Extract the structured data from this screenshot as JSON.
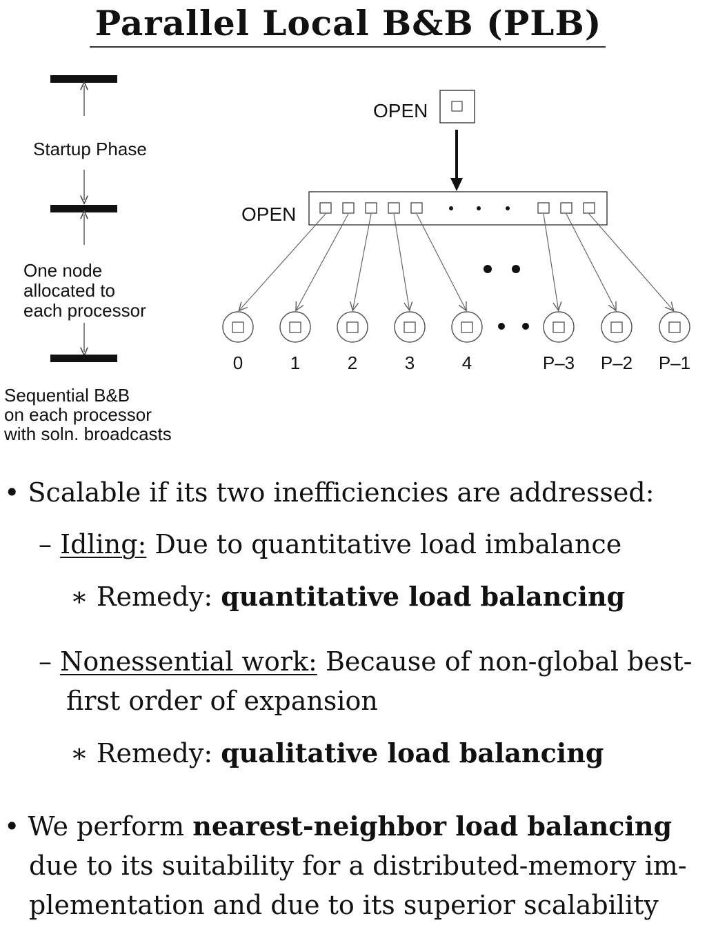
{
  "title": "Parallel Local B&B (PLB)",
  "left_labels": {
    "startup": "Startup Phase",
    "one_node": [
      "One node",
      "allocated to",
      "each processor"
    ],
    "sequential": [
      "Sequential B&B",
      "on each processor",
      "with soln. broadcasts"
    ]
  },
  "diagram": {
    "open_top": "OPEN",
    "open_list": "OPEN",
    "processors": [
      "0",
      "1",
      "2",
      "3",
      "4",
      "P–3",
      "P–2",
      "P–1"
    ]
  },
  "bullets": {
    "b1": "Scalable if its two inefficiencies are addressed:",
    "b1_sub1_term": "Idling:",
    "b1_sub1_text": " Due to quantitative load imbalance",
    "b1_sub1_remedy_label": "Remedy: ",
    "b1_sub1_remedy": "quantitative load balancing",
    "b1_sub2_term": "Nonessential work:",
    "b1_sub2_text": " Because of non-global best-",
    "b1_sub2_text2": "first order of expansion",
    "b1_sub2_remedy_label": "Remedy: ",
    "b1_sub2_remedy": "qualitative load balancing",
    "b2_pre": "We perform ",
    "b2_bold": "nearest-neighbor load balancing",
    "b2_line2": "due to its suitability for a distributed-memory im-",
    "b2_line3": "plementation and due to its superior scalability"
  }
}
